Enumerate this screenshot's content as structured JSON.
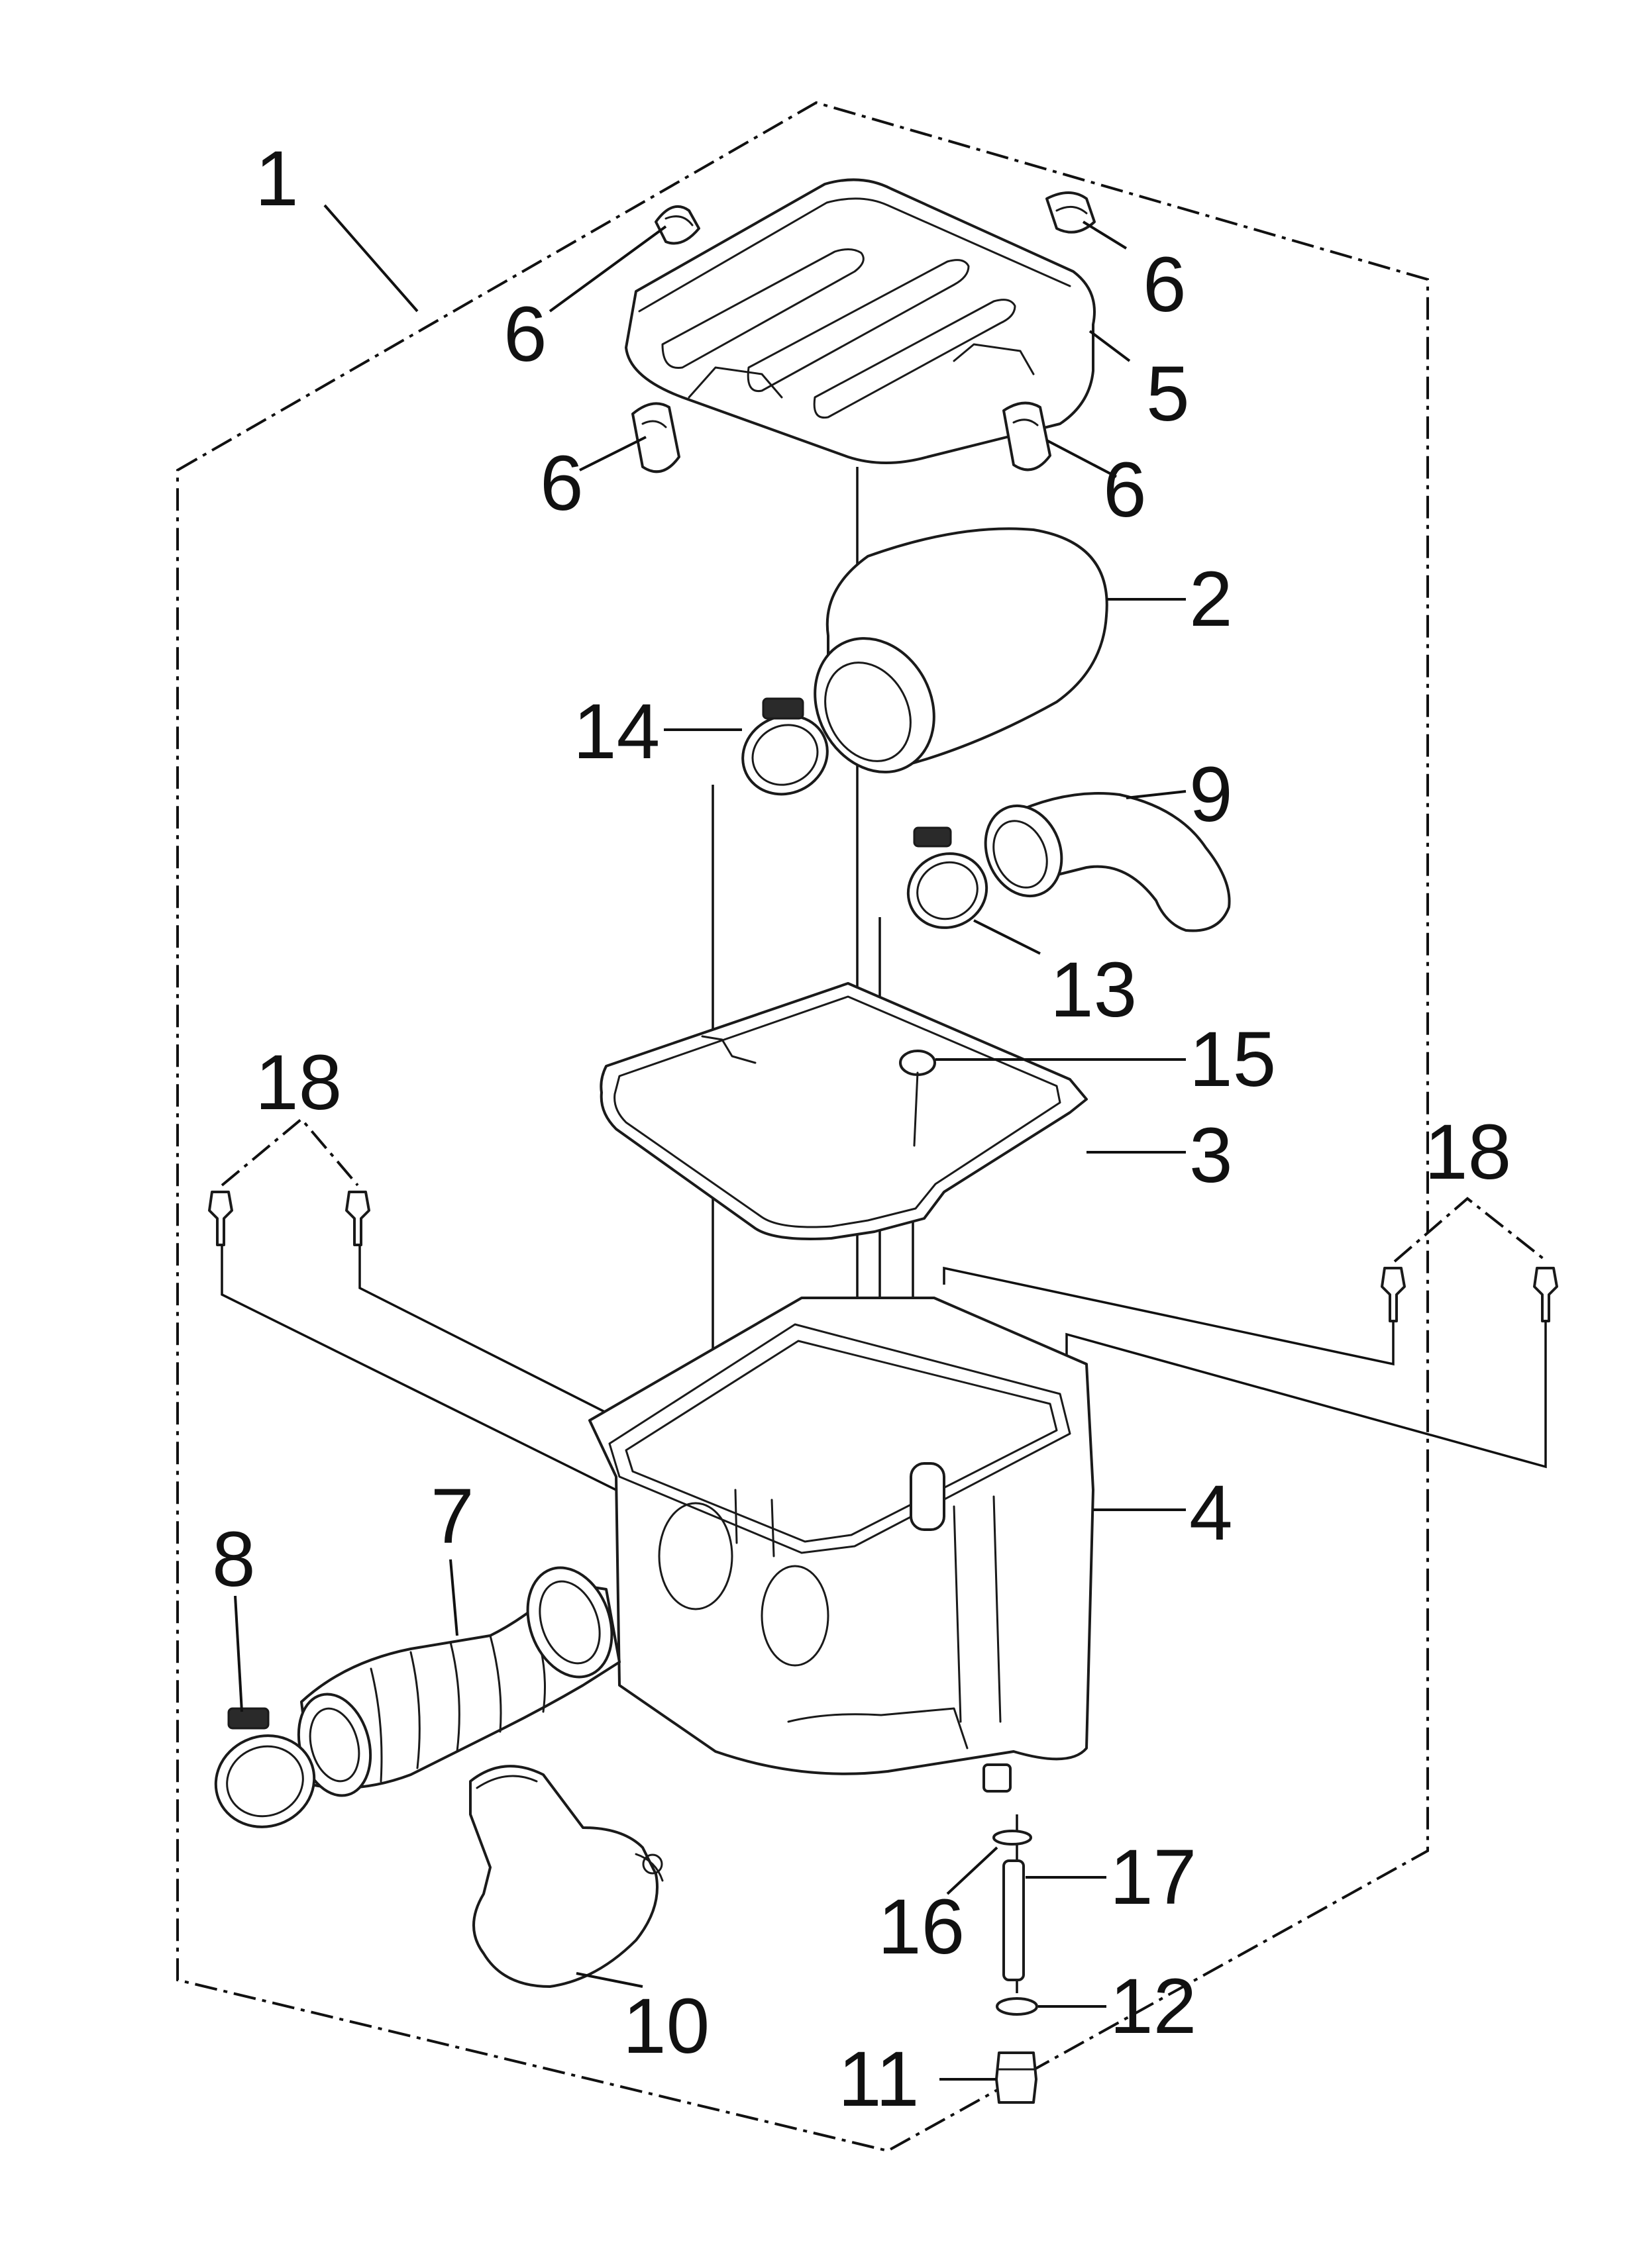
{
  "diagram": {
    "labels": {
      "p1": "1",
      "p2": "2",
      "p3": "3",
      "p4": "4",
      "p5": "5",
      "p6_a": "6",
      "p6_b": "6",
      "p6_c": "6",
      "p6_d": "6",
      "p7": "7",
      "p8": "8",
      "p9": "9",
      "p10": "10",
      "p11": "11",
      "p12": "12",
      "p13": "13",
      "p14": "14",
      "p15": "15",
      "p16": "16",
      "p17": "17",
      "p18_left": "18",
      "p18_right": "18"
    }
  }
}
